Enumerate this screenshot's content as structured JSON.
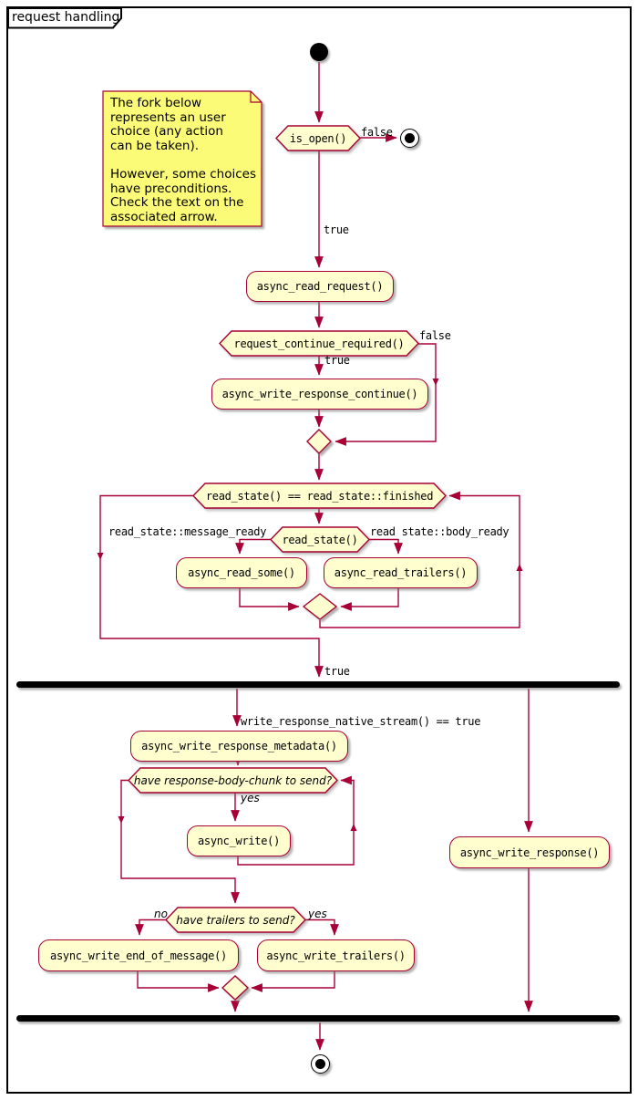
{
  "frame": {
    "title": "request handling"
  },
  "note": {
    "text": "The fork below\nrepresents an user\nchoice (any action\ncan be taken).\n\nHowever, some choices\nhave preconditions.\nCheck the text on the\nassociated arrow."
  },
  "nodes": {
    "is_open": "is_open()",
    "read_request": "async_read_request()",
    "continue_required": "request_continue_required()",
    "write_continue": "async_write_response_continue()",
    "read_finished": "read_state() == read_state::finished",
    "read_state": "read_state()",
    "read_some": "async_read_some()",
    "read_trailers": "async_read_trailers()",
    "write_metadata": "async_write_response_metadata()",
    "have_chunk": "have response-body-chunk to send?",
    "write": "async_write()",
    "have_trailers": "have trailers to send?",
    "write_eom": "async_write_end_of_message()",
    "write_trailers": "async_write_trailers()",
    "write_response": "async_write_response()"
  },
  "edge_labels": {
    "is_open_false": "false",
    "is_open_true": "true",
    "continue_false": "false",
    "continue_true": "true",
    "case_message_ready": "read_state::message_ready",
    "case_body_ready": "read state::body_ready",
    "loop_exit_true": "true",
    "native_stream_true": "write_response_native_stream() == true",
    "chunk_yes": "yes",
    "trailers_no": "no",
    "trailers_yes": "yes"
  },
  "colors": {
    "line": "#A80036",
    "node_fill": "#FEFECE",
    "note_fill": "#FBFB77",
    "bar": "#000000",
    "frame_border": "#000000",
    "background": "#FFFFFF"
  }
}
